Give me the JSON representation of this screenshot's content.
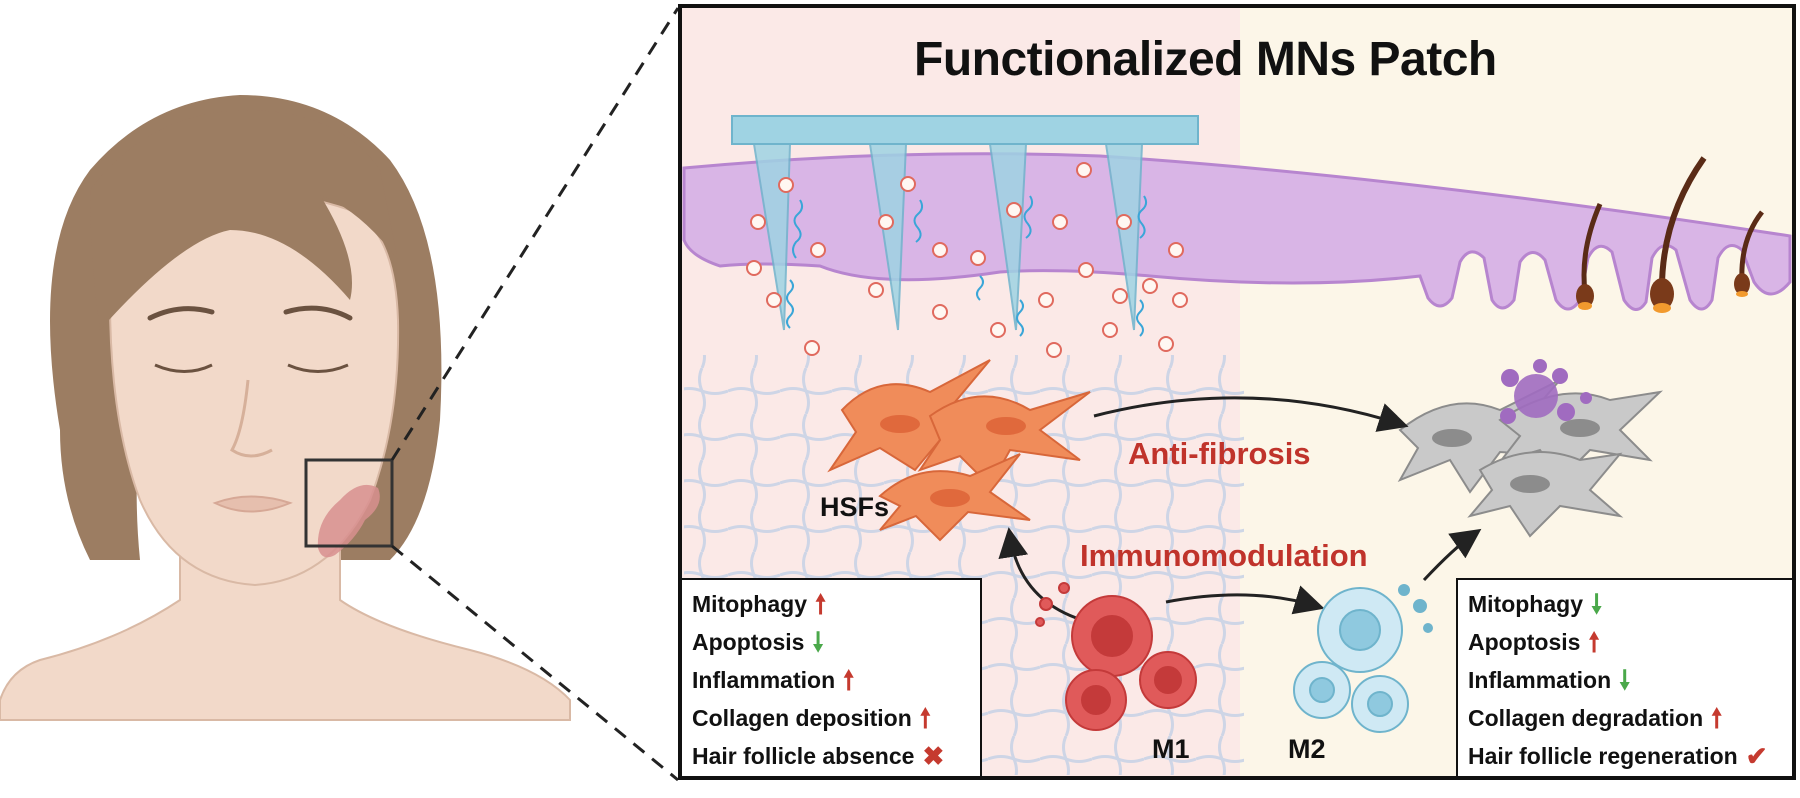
{
  "title": "Functionalized MNs Patch",
  "labels": {
    "anti_fibrosis": "Anti-fibrosis",
    "immunomodulation": "Immunomodulation",
    "hsfs": "HSFs",
    "m1": "M1",
    "m2": "M2"
  },
  "left_box": [
    {
      "text": "Mitophagy",
      "indicator": "up"
    },
    {
      "text": "Apoptosis",
      "indicator": "down"
    },
    {
      "text": "Inflammation",
      "indicator": "up"
    },
    {
      "text": "Collagen deposition",
      "indicator": "up"
    },
    {
      "text": "Hair follicle absence",
      "indicator": "cross"
    }
  ],
  "right_box": [
    {
      "text": "Mitophagy",
      "indicator": "down"
    },
    {
      "text": "Apoptosis",
      "indicator": "up"
    },
    {
      "text": "Inflammation",
      "indicator": "down"
    },
    {
      "text": "Collagen degradation",
      "indicator": "up"
    },
    {
      "text": "Hair follicle regeneration",
      "indicator": "check"
    }
  ],
  "colors": {
    "accent_red": "#c0332b",
    "increase": "#c53a2f",
    "decrease": "#4aa84a",
    "skin": "#f2d9c9",
    "hair": "#9c7d62",
    "patch": "#9fd3e3",
    "dermis": "#d9b5e6",
    "fibroblast": "#f08c5a",
    "m1": "#e05a5a",
    "m2": "#a8dcef"
  }
}
